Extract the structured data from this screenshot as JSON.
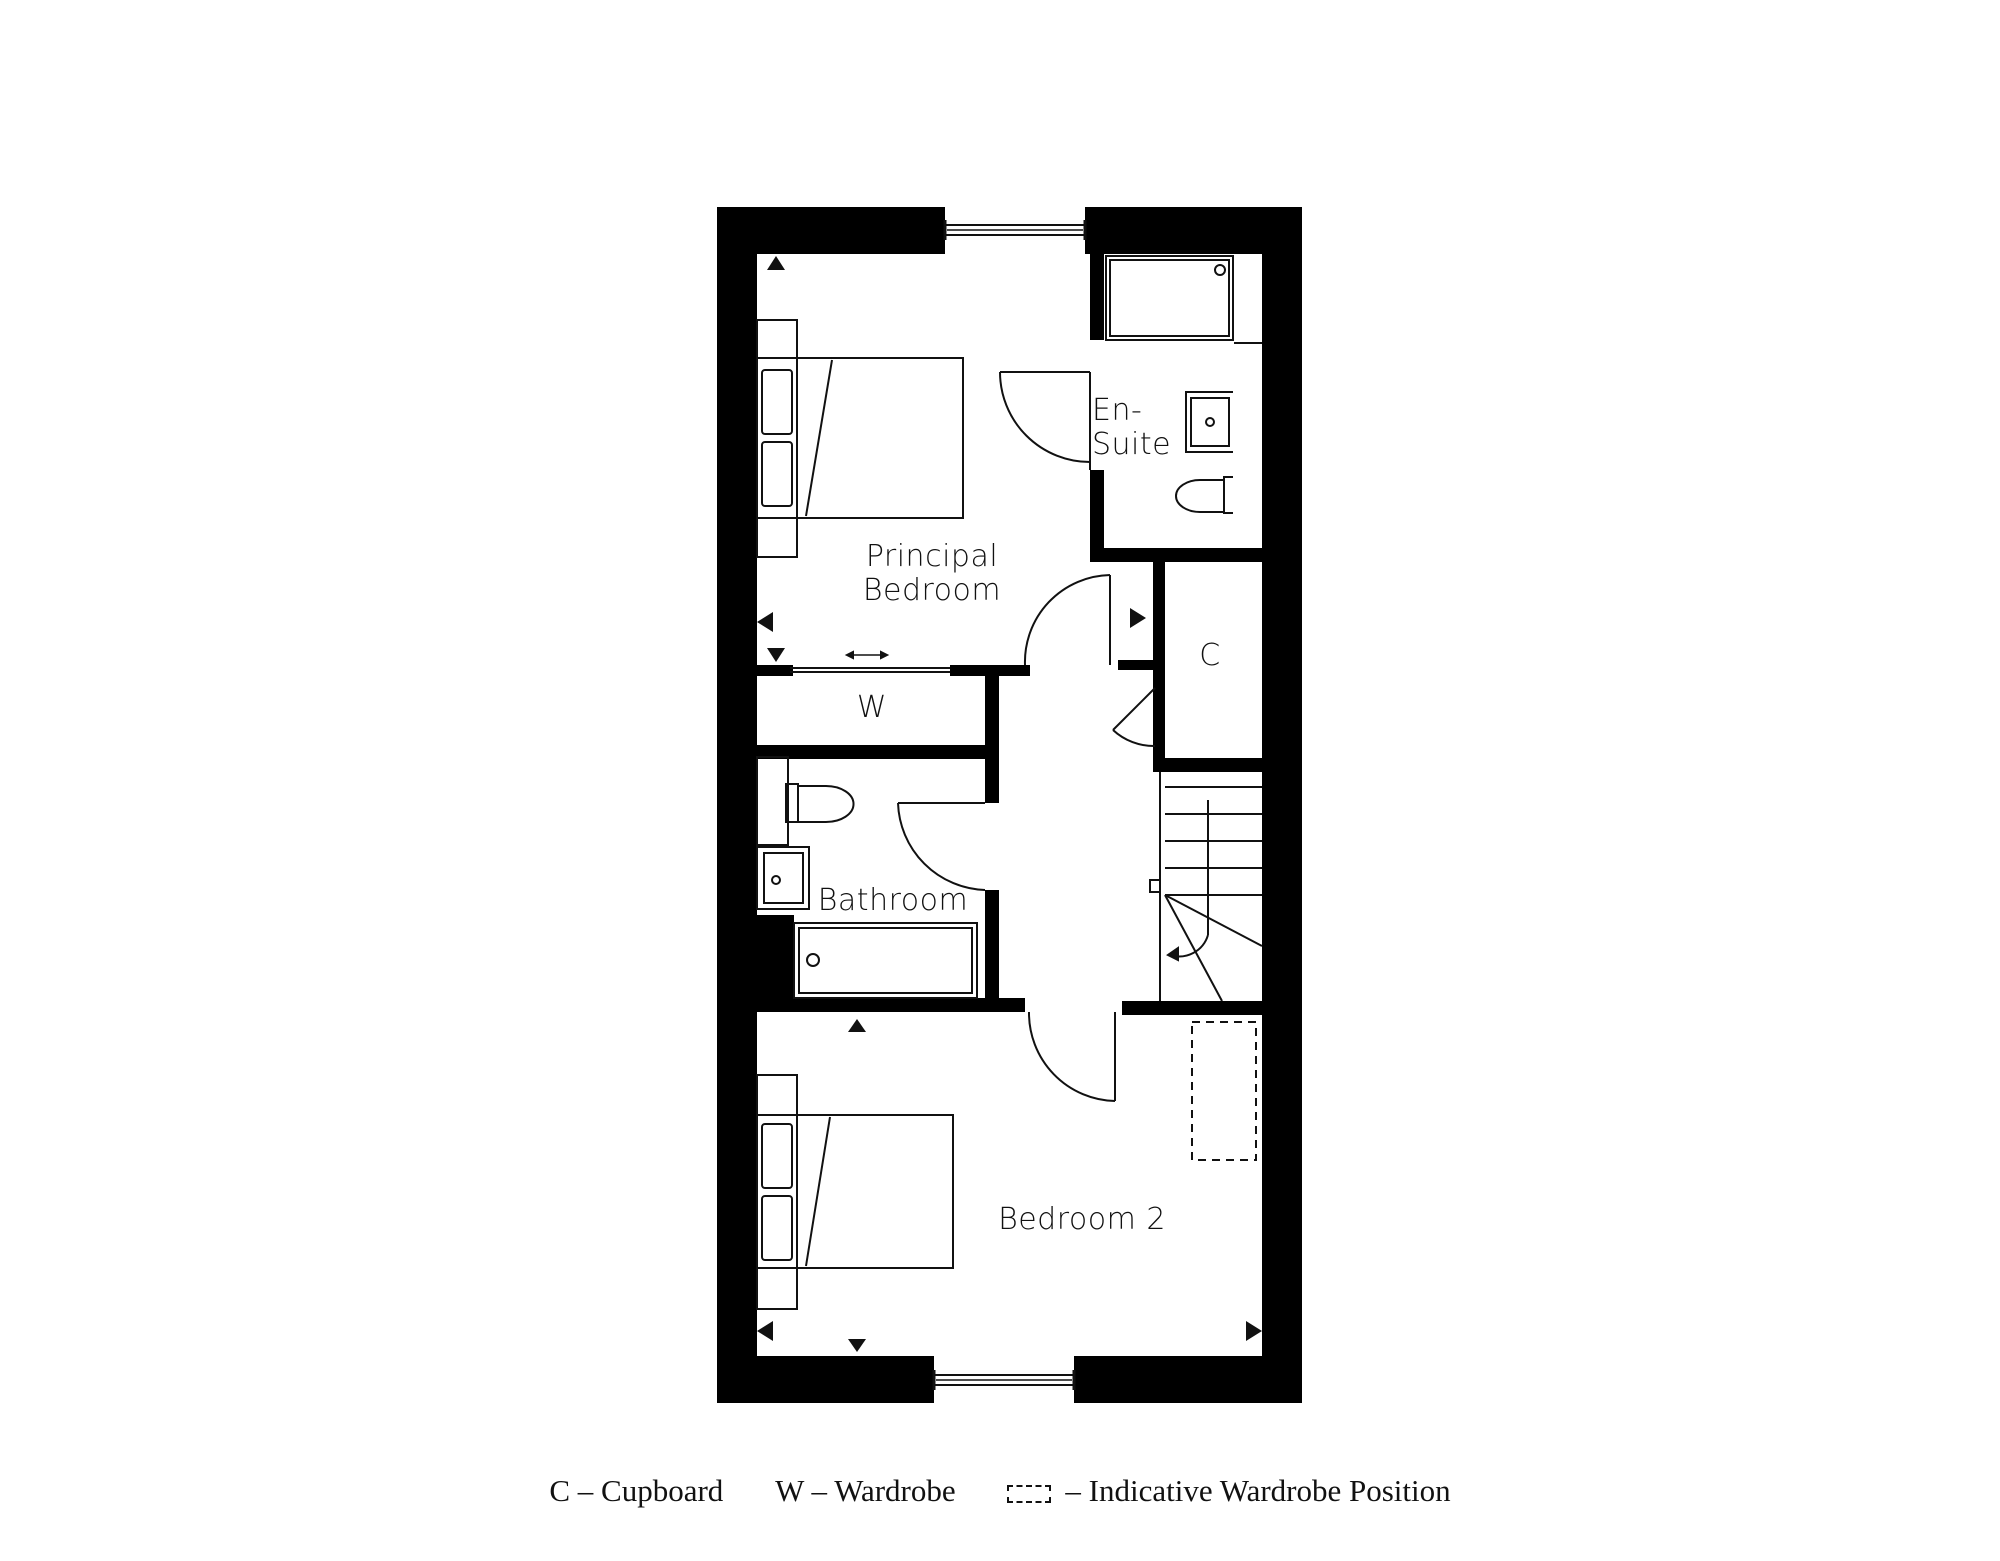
{
  "rooms": {
    "principal_bedroom": [
      "Principal",
      "Bedroom"
    ],
    "en_suite": [
      "En-",
      "Suite"
    ],
    "cupboard": "C",
    "wardrobe": "W",
    "bathroom": "Bathroom",
    "bedroom_2": "Bedroom 2"
  },
  "legend": {
    "cupboard": "C – Cupboard",
    "wardrobe": "W – Wardrobe",
    "indicative": "– Indicative Wardrobe Position"
  },
  "colors": {
    "wall": "#000000",
    "line": "#111111",
    "background": "#ffffff"
  }
}
